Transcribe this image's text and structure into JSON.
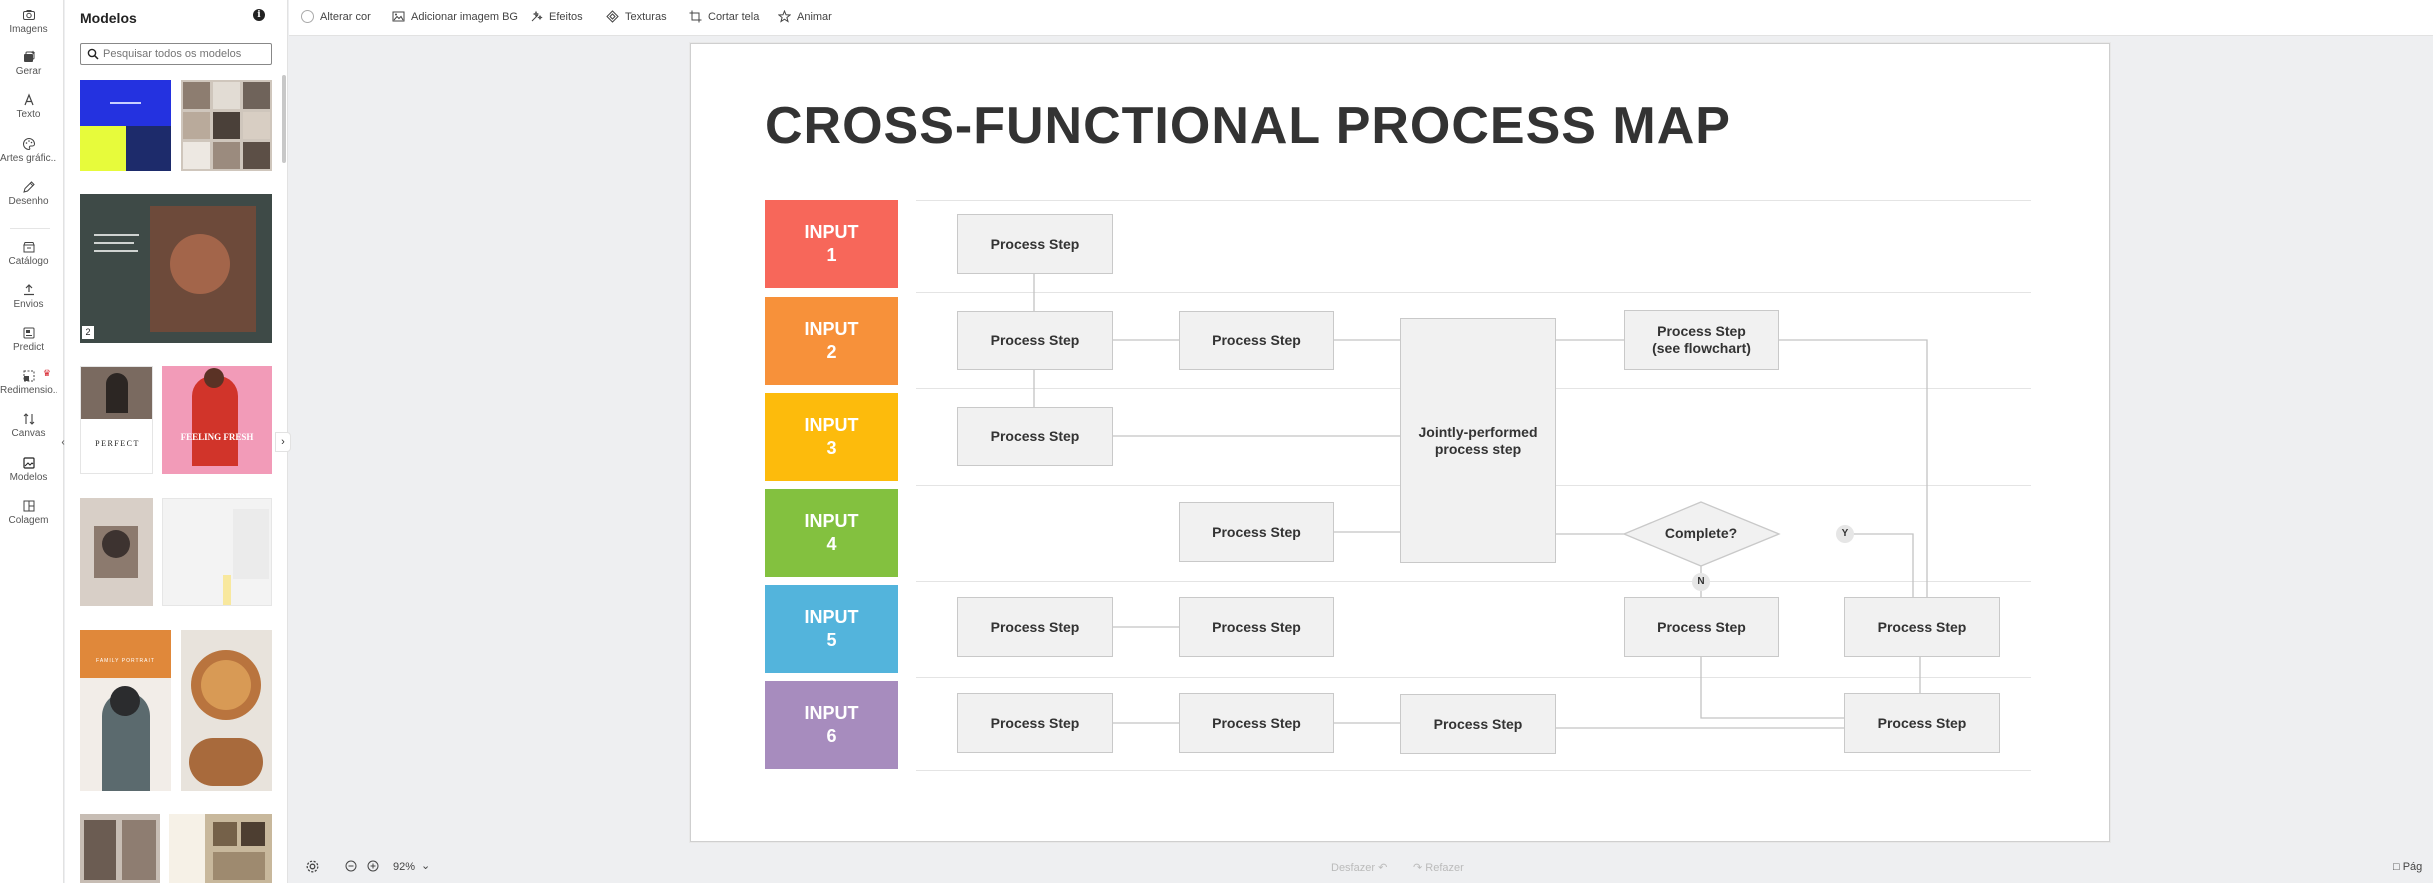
{
  "sidebar": {
    "items": [
      {
        "label": "Imagens",
        "icon": "camera-icon"
      },
      {
        "label": "Gerar",
        "icon": "sparkle-stack-icon"
      },
      {
        "label": "Texto",
        "icon": "text-icon"
      },
      {
        "label": "Artes gráfic...",
        "icon": "palette-icon"
      },
      {
        "label": "Desenho",
        "icon": "pen-icon"
      },
      {
        "label": "Catálogo",
        "icon": "catalog-icon"
      },
      {
        "label": "Envios",
        "icon": "upload-icon"
      },
      {
        "label": "Predict",
        "icon": "predict-icon"
      },
      {
        "label": "Redimensio...",
        "icon": "resize-icon"
      },
      {
        "label": "Canvas",
        "icon": "canvas-arrows-icon"
      },
      {
        "label": "Modelos",
        "icon": "templates-icon"
      },
      {
        "label": "Colagem",
        "icon": "collage-icon"
      }
    ]
  },
  "panel": {
    "title": "Modelos",
    "search_placeholder": "Pesquisar todos os modelos",
    "thumb_badge": "2",
    "thumb_texts": {
      "perfect": "PERFECT",
      "feeling": "FEELING FRESH",
      "orange_header": "FAMILY PORTRAIT"
    }
  },
  "toolbar": {
    "items": [
      {
        "label": "Alterar cor",
        "icon": "color-swatch-icon"
      },
      {
        "label": "Adicionar imagem BG",
        "icon": "image-add-icon"
      },
      {
        "label": "Efeitos",
        "icon": "effects-icon"
      },
      {
        "label": "Texturas",
        "icon": "textures-icon"
      },
      {
        "label": "Cortar tela",
        "icon": "crop-icon"
      },
      {
        "label": "Animar",
        "icon": "star-icon"
      }
    ]
  },
  "diagram": {
    "title": "CROSS-FUNCTIONAL PROCESS MAP",
    "lanes": [
      {
        "line1": "INPUT",
        "line2": "1",
        "color": "#f7675a"
      },
      {
        "line1": "INPUT",
        "line2": "2",
        "color": "#f7913a"
      },
      {
        "line1": "INPUT",
        "line2": "3",
        "color": "#fdbb0c"
      },
      {
        "line1": "INPUT",
        "line2": "4",
        "color": "#83c13f"
      },
      {
        "line1": "INPUT",
        "line2": "5",
        "color": "#53b4dc"
      },
      {
        "line1": "INPUT",
        "line2": "6",
        "color": "#a78cbe"
      }
    ],
    "step_label": "Process Step",
    "flowchart_step": {
      "line1": "Process Step",
      "line2": "(see flowchart)"
    },
    "joint_step": {
      "line1": "Jointly-performed",
      "line2": "process step"
    },
    "decision": "Complete?",
    "yes_label": "Y",
    "no_label": "N"
  },
  "bottombar": {
    "zoom": "92%",
    "undo": "Desfazer",
    "redo": "Refazer",
    "pages": "Pág"
  }
}
